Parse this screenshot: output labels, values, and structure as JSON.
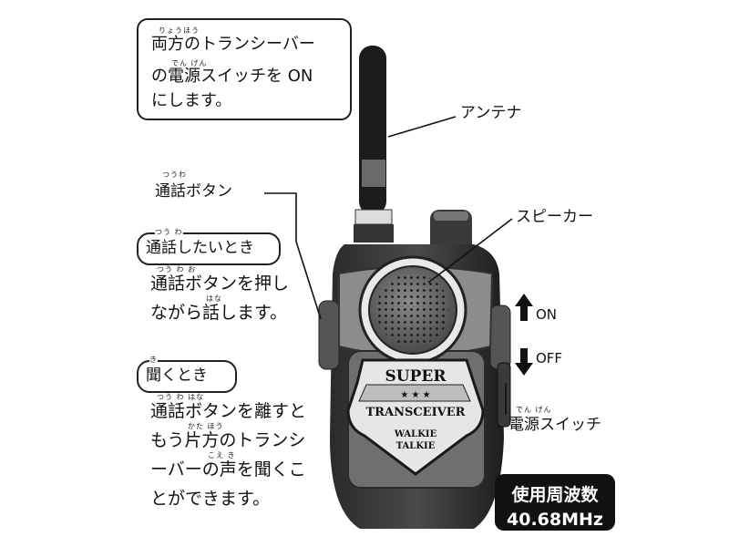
{
  "intro": {
    "line1": "両方のトランシーバー",
    "line2": "の電源スイッチを ON",
    "line3": "にします。",
    "ruby1": "りょうほう",
    "ruby2": "でん  げん"
  },
  "labels": {
    "antenna": "アンテナ",
    "talk_button": "通話ボタン",
    "talk_button_ruby": "つうわ",
    "speaker": "スピーカー",
    "on": "ON",
    "off": "OFF",
    "power_switch": "電源スイッチ",
    "power_switch_ruby": "でん げん"
  },
  "talk_section": {
    "heading": "通話したいとき",
    "heading_ruby": "つう  わ",
    "line1": "通話ボタンを押し",
    "line1_ruby": "つう  わ                  お",
    "line2": "ながら話します。",
    "line2_ruby": "はな"
  },
  "listen_section": {
    "heading": "聞くとき",
    "heading_ruby": "き",
    "line1": "通話ボタンを離すと",
    "line1_ruby": "つう  わ                    はな",
    "line2": "もう片方のトランシ",
    "line2_ruby": "かた ほう",
    "line3": "ーバーの声を聞くこ",
    "line3_ruby": "こえ     き",
    "line4": "とができます。"
  },
  "badge": {
    "super": "SUPER",
    "stars": "★ ★ ★",
    "transceiver": "TRANSCEIVER",
    "walkie": "WALKIE",
    "talkie": "TALKIE"
  },
  "frequency": {
    "label": "使用周波数",
    "value": "40.68MHz"
  }
}
